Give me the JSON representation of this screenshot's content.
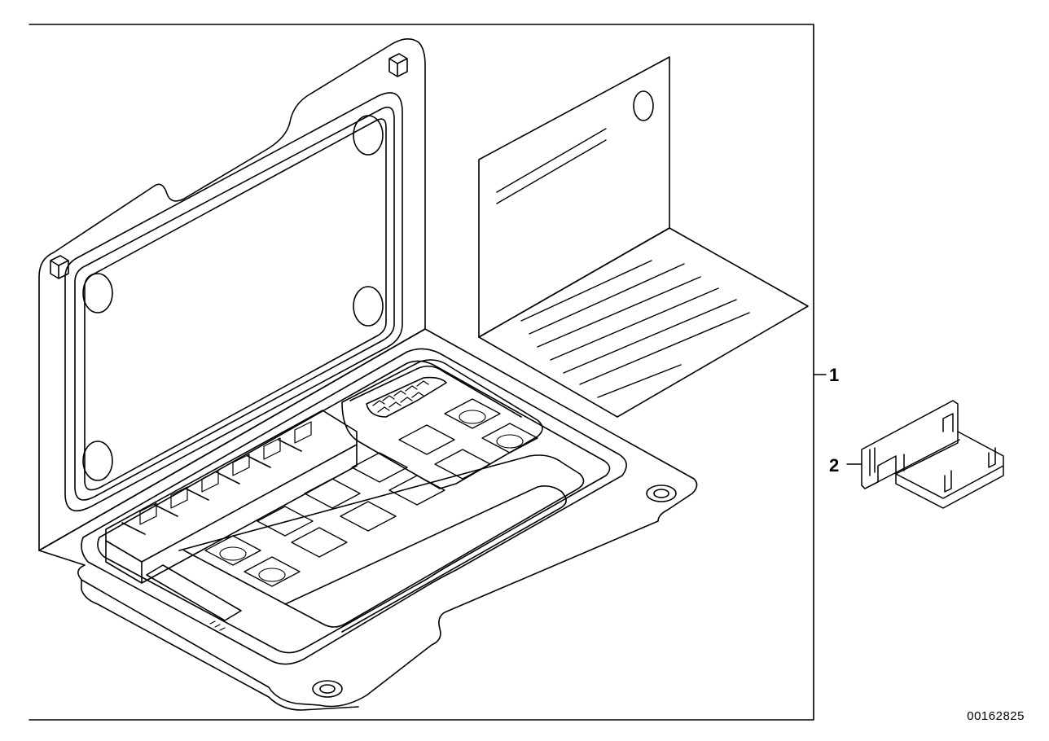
{
  "diagram": {
    "callouts": [
      {
        "label": "1"
      },
      {
        "label": "2"
      }
    ],
    "reference_number": "00162825"
  }
}
